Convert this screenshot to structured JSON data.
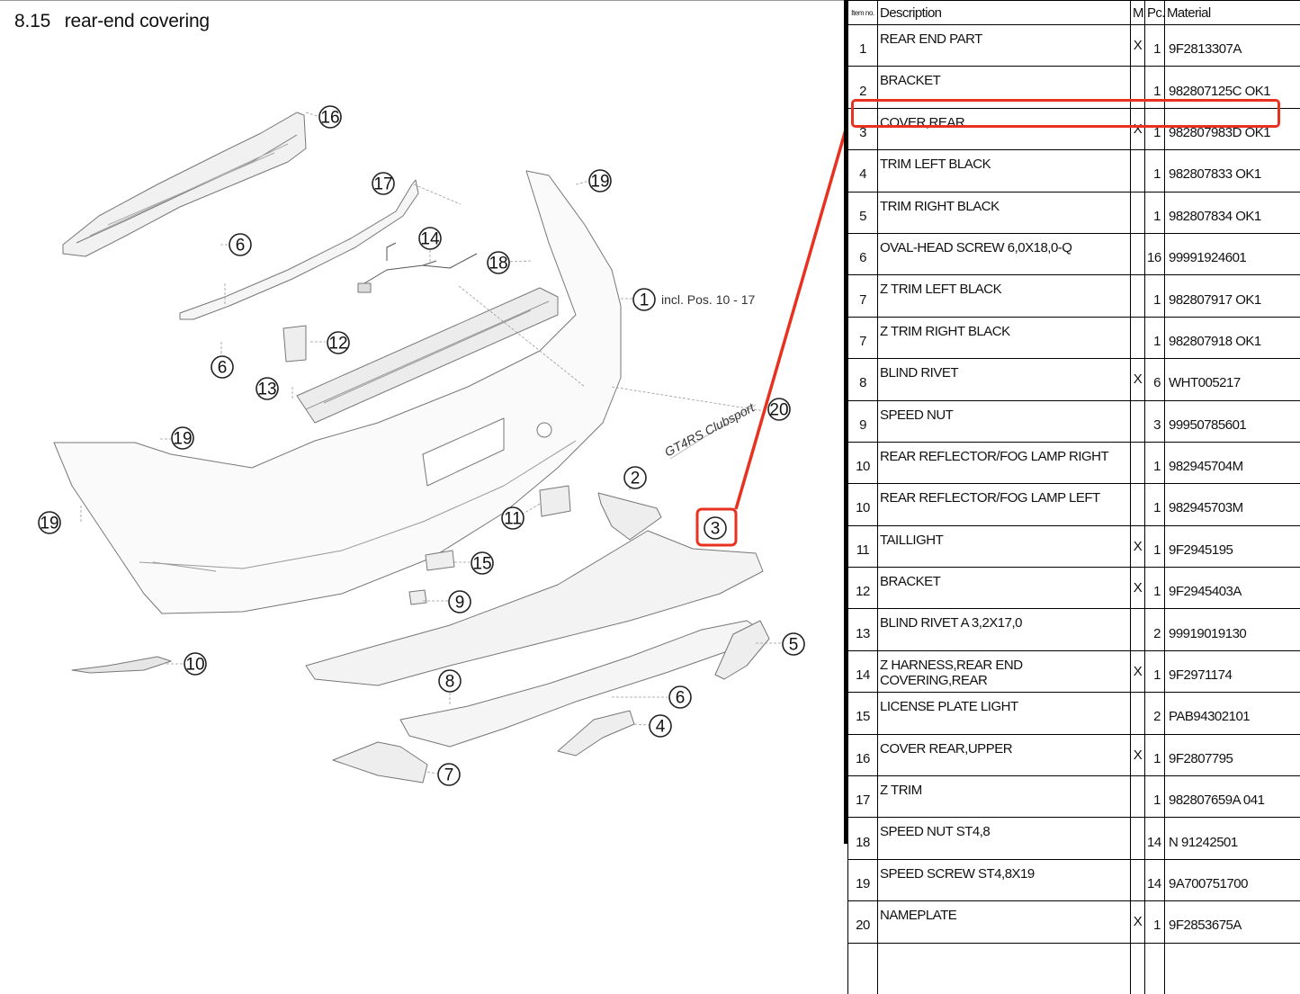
{
  "page": {
    "section_number": "8.15",
    "section_title": "rear-end covering"
  },
  "diagram": {
    "note_pos1": "incl. Pos. 10 - 17",
    "emblem_text": "GT4RS Clubsport",
    "callouts": [
      "16",
      "17",
      "19",
      "6",
      "14",
      "18",
      "1",
      "12",
      "6",
      "13",
      "19",
      "20",
      "2",
      "3",
      "11",
      "19",
      "15",
      "9",
      "5",
      "10",
      "8",
      "6",
      "4",
      "7"
    ]
  },
  "table": {
    "headers": {
      "item": "Item no.",
      "description": "Description",
      "m": "M",
      "pc": "Pc.",
      "material": "Material"
    },
    "rows": [
      {
        "item": "1",
        "description": "REAR END PART",
        "m": "X",
        "pc": "1",
        "material": "9F2813307A"
      },
      {
        "item": "2",
        "description": "BRACKET",
        "m": "",
        "pc": "1",
        "material": "982807125C OK1"
      },
      {
        "item": "3",
        "description": "COVER,REAR",
        "m": "X",
        "pc": "1",
        "material": "982807983D OK1"
      },
      {
        "item": "4",
        "description": "TRIM LEFT BLACK",
        "m": "",
        "pc": "1",
        "material": "982807833 OK1"
      },
      {
        "item": "5",
        "description": "TRIM RIGHT BLACK",
        "m": "",
        "pc": "1",
        "material": "982807834 OK1"
      },
      {
        "item": "6",
        "description": "OVAL-HEAD SCREW 6,0X18,0-Q",
        "m": "",
        "pc": "16",
        "material": "99991924601"
      },
      {
        "item": "7",
        "description": "Z TRIM LEFT BLACK",
        "m": "",
        "pc": "1",
        "material": "982807917 OK1"
      },
      {
        "item": "7",
        "description": "Z TRIM RIGHT BLACK",
        "m": "",
        "pc": "1",
        "material": "982807918 OK1"
      },
      {
        "item": "8",
        "description": "BLIND RIVET",
        "m": "X",
        "pc": "6",
        "material": "WHT005217"
      },
      {
        "item": "9",
        "description": "SPEED NUT",
        "m": "",
        "pc": "3",
        "material": "99950785601"
      },
      {
        "item": "10",
        "description": "REAR REFLECTOR/FOG LAMP RIGHT",
        "m": "",
        "pc": "1",
        "material": "982945704M"
      },
      {
        "item": "10",
        "description": "REAR REFLECTOR/FOG LAMP LEFT",
        "m": "",
        "pc": "1",
        "material": "982945703M"
      },
      {
        "item": "11",
        "description": "TAILLIGHT",
        "m": "X",
        "pc": "1",
        "material": "9F2945195"
      },
      {
        "item": "12",
        "description": "BRACKET",
        "m": "X",
        "pc": "1",
        "material": "9F2945403A"
      },
      {
        "item": "13",
        "description": "BLIND RIVET A 3,2X17,0",
        "m": "",
        "pc": "2",
        "material": "99919019130"
      },
      {
        "item": "14",
        "description": "Z HARNESS,REAR END COVERING,REAR",
        "m": "X",
        "pc": "1",
        "material": "9F2971174"
      },
      {
        "item": "15",
        "description": "LICENSE PLATE LIGHT",
        "m": "",
        "pc": "2",
        "material": "PAB94302101"
      },
      {
        "item": "16",
        "description": "COVER REAR,UPPER",
        "m": "X",
        "pc": "1",
        "material": "9F2807795"
      },
      {
        "item": "17",
        "description": "Z TRIM",
        "m": "",
        "pc": "1",
        "material": "982807659A 041"
      },
      {
        "item": "18",
        "description": "SPEED NUT ST4,8",
        "m": "",
        "pc": "14",
        "material": "N 91242501"
      },
      {
        "item": "19",
        "description": "SPEED SCREW ST4,8X19",
        "m": "",
        "pc": "14",
        "material": "9A700751700"
      },
      {
        "item": "20",
        "description": "NAMEPLATE",
        "m": "X",
        "pc": "1",
        "material": "9F2853675A"
      }
    ]
  },
  "highlight": {
    "item": "3",
    "color": "#e8321f"
  }
}
